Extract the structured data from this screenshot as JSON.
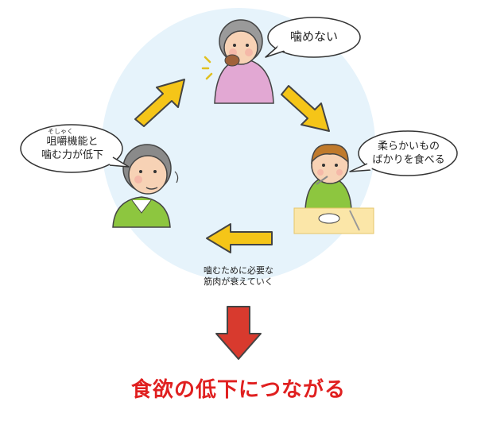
{
  "cycle": {
    "top_bubble": "噛めない",
    "right_bubble": [
      "柔らかいもの",
      "ばかりを食べる"
    ],
    "left_bubble": [
      "咀嚼機能と",
      "噛む力が低下"
    ],
    "left_bubble_ruby": "そしゃく",
    "middle_text": [
      "噛むために必要な",
      "筋肉が衰えていく"
    ]
  },
  "conclusion": "食欲の低下につながる",
  "colors": {
    "circle": "#e6f3fb",
    "arrow": "#f5c518",
    "arrow_outline": "#444444",
    "down_arrow": "#d83a2e",
    "conclusion": "#e02020"
  },
  "illustrations": [
    "elderly-woman-eating-icon",
    "child-eating-soft-food-icon",
    "elderly-man-weak-jaw-icon"
  ]
}
